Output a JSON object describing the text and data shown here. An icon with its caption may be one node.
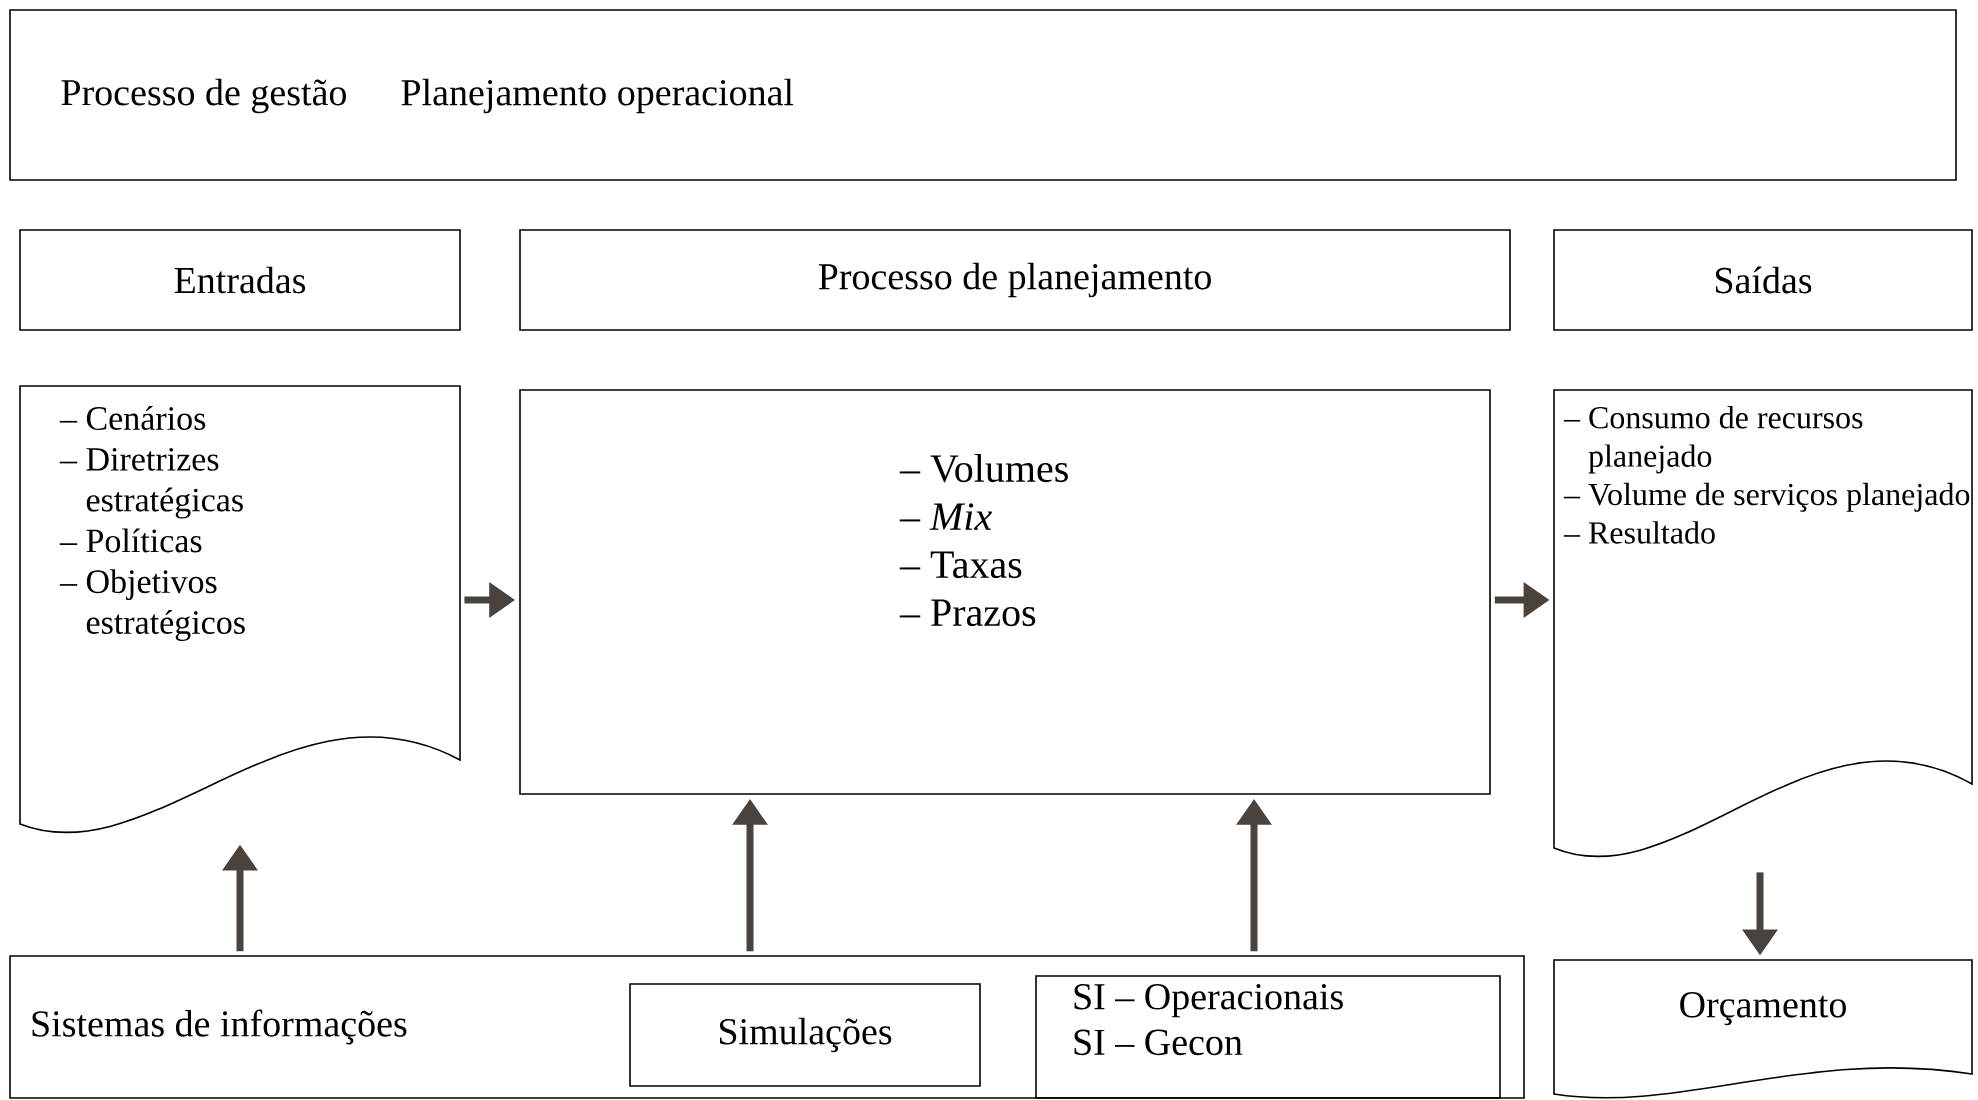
{
  "diagram": {
    "nodes": [
      {
        "text": [
          "Processo de gestão",
          "Planejamento operacional"
        ]
      },
      {
        "text": [
          "Entradas"
        ]
      },
      {
        "text": [
          "– Cenários",
          "– Diretrizes estratégicas",
          "– Políticas",
          "– Objetivos estratégicos"
        ]
      },
      {
        "text": [
          "Processo de planejamento"
        ]
      },
      {
        "text": [
          "– Volumes",
          "– *Mix*",
          "– Taxas",
          "– Prazos"
        ]
      },
      {
        "text": [
          "Saídas"
        ]
      },
      {
        "text": [
          "– Consumo de recursos planejado",
          "– Volume de serviços planejado",
          "– Resultado"
        ]
      },
      {
        "text": [
          "Sistemas de informações"
        ]
      },
      {
        "text": [
          "Simulações"
        ],
        "in": 7
      },
      {
        "text": [
          "SI – Operacionais",
          "SI – Gecon"
        ],
        "in": 7
      },
      {
        "text": [
          "Orçamento"
        ]
      }
    ],
    "edges": [
      {
        "from": 2,
        "to": 4,
        "arrow": "to"
      },
      {
        "from": 4,
        "to": 6,
        "arrow": "to"
      },
      {
        "from": 6,
        "to": 10,
        "arrow": "to"
      },
      {
        "from": 7,
        "to": 2,
        "arrow": "to"
      },
      {
        "from": 7,
        "to": 4,
        "arrow": "to"
      },
      {
        "from": 7,
        "to": 4,
        "arrow": "to"
      }
    ]
  }
}
